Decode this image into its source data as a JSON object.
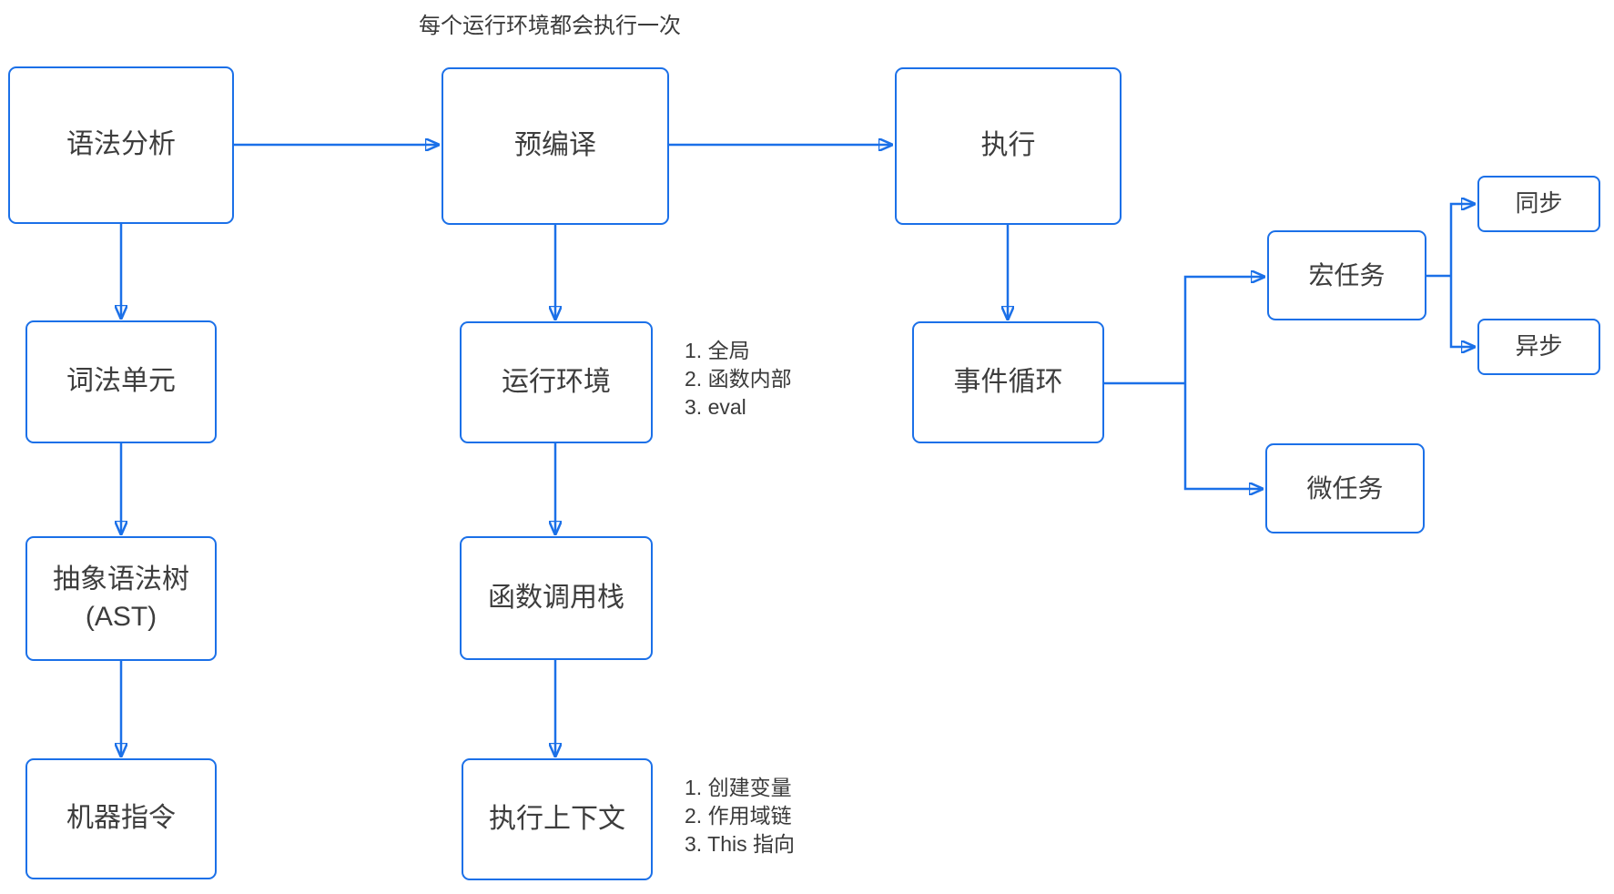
{
  "title": "每个运行环境都会执行一次",
  "colors": {
    "accent": "#1b70e8",
    "text": "#3d3d3d",
    "background": "#ffffff"
  },
  "nodes": {
    "syntax_analysis": {
      "label": "语法分析"
    },
    "lexical_unit": {
      "label": "词法单元"
    },
    "ast": {
      "label": "抽象语法树\n(AST)"
    },
    "machine_instructions": {
      "label": "机器指令"
    },
    "precompile": {
      "label": "预编译"
    },
    "runtime_env": {
      "label": "运行环境"
    },
    "call_stack": {
      "label": "函数调用栈"
    },
    "execution_context": {
      "label": "执行上下文"
    },
    "execute": {
      "label": "执行"
    },
    "event_loop": {
      "label": "事件循环"
    },
    "macro_task": {
      "label": "宏任务"
    },
    "micro_task": {
      "label": "微任务"
    },
    "sync": {
      "label": "同步"
    },
    "async": {
      "label": "异步"
    }
  },
  "annotations": {
    "runtime_env_note": {
      "items": [
        "1. 全局",
        "2. 函数内部",
        "3. eval"
      ]
    },
    "execution_context_note": {
      "items": [
        "1. 创建变量",
        "2. 作用域链",
        "3. This 指向"
      ]
    }
  }
}
